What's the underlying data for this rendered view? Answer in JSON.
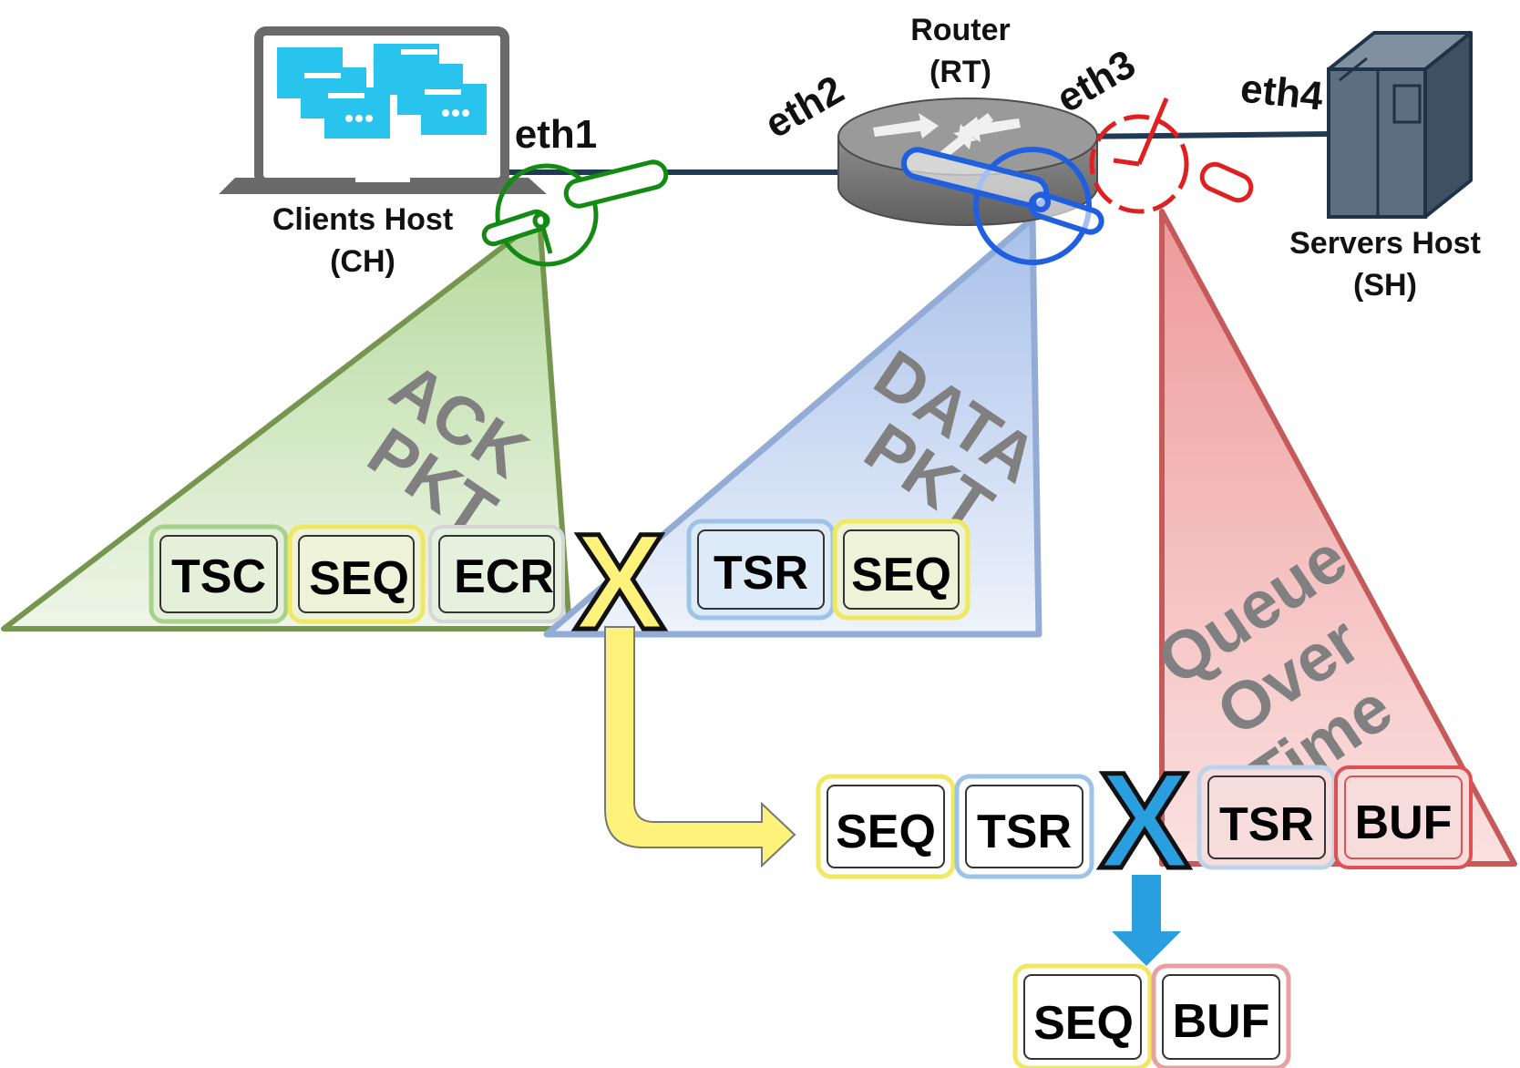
{
  "nodes": {
    "clients": {
      "name": "Clients Host",
      "abbr": "(CH)"
    },
    "router": {
      "name": "Router",
      "abbr": "(RT)"
    },
    "servers": {
      "name": "Servers Host",
      "abbr": "(SH)"
    }
  },
  "interfaces": {
    "eth1": "eth1",
    "eth2": "eth2",
    "eth3": "eth3",
    "eth4": "eth4"
  },
  "regions": {
    "ack": {
      "line1": "ACK",
      "line2": "PKT",
      "color": "#a9d18e",
      "border": "#70954f"
    },
    "data": {
      "line1": "DATA",
      "line2": "PKT",
      "color": "#b4c7e7",
      "border": "#8faadc"
    },
    "queue": {
      "line1": "Queue",
      "line2": "Over",
      "line3": "Time",
      "color": "#f4b6b6",
      "border": "#c95f5f"
    }
  },
  "fields": {
    "ack_tsc": "TSC",
    "ack_seq": "SEQ",
    "ack_ecr": "ECR",
    "data_tsr": "TSR",
    "data_seq": "SEQ",
    "join1_seq": "SEQ",
    "join1_tsr": "TSR",
    "queue_tsr": "TSR",
    "queue_buf": "BUF",
    "result_seq": "SEQ",
    "result_buf": "BUF"
  },
  "join_symbols": {
    "first": "X",
    "second": "X"
  },
  "colors": {
    "link": "#1f3a52",
    "probe_green": "#138a13",
    "probe_blue": "#1f5fe0",
    "probe_red": "#e02020",
    "seq_border": "#f0e860",
    "tsr_border": "#9dc3e6",
    "buf_border": "#e05050",
    "tsc_border": "#a9d18e",
    "yellow_x": "#fff27a",
    "blue_x": "#2a9fe0"
  }
}
